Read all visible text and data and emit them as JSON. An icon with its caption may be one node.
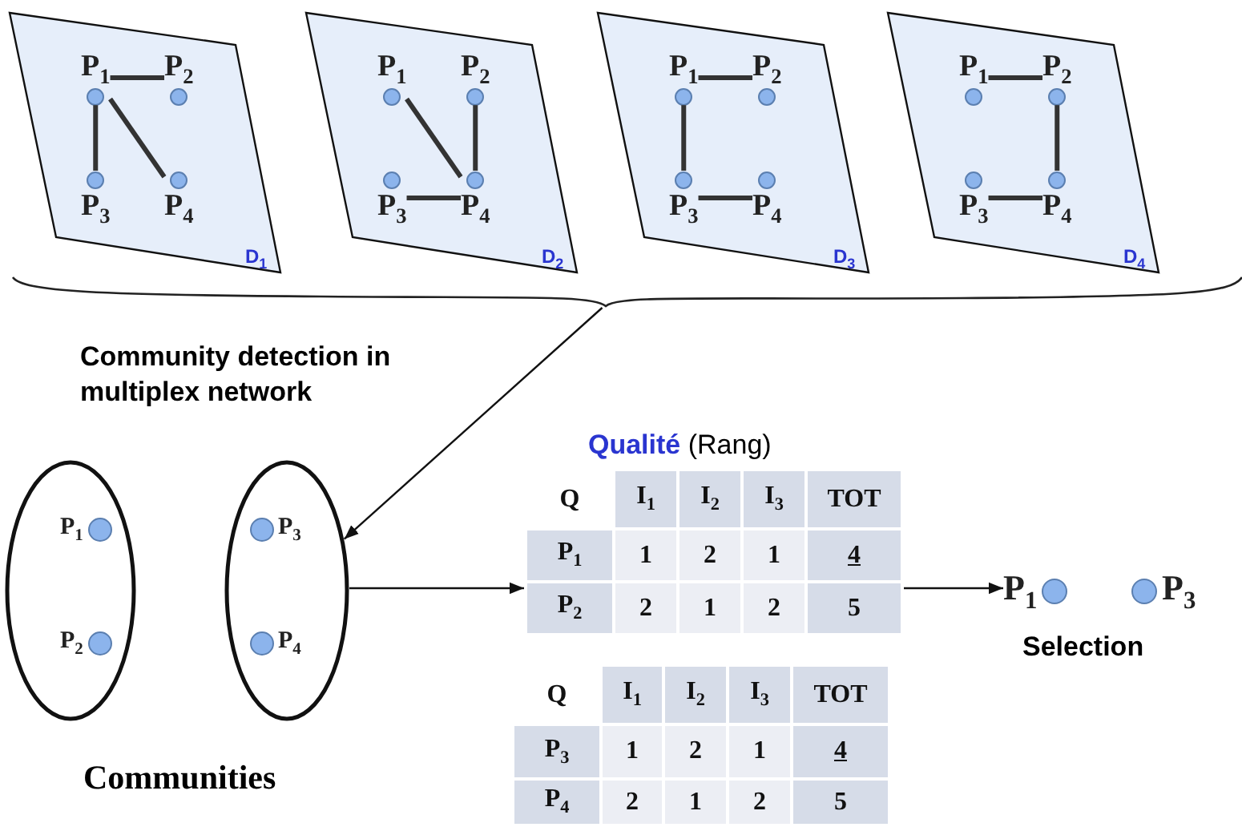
{
  "diagram": {
    "nodes": [
      {
        "text": [
          "D$_{1}$"
        ]
      },
      {
        "text": [
          "P$_{1}$"
        ],
        "in": 0
      },
      {
        "text": [
          "P$_{2}$"
        ],
        "in": 0
      },
      {
        "text": [
          "P$_{3}$"
        ],
        "in": 0
      },
      {
        "text": [
          "P$_{4}$"
        ],
        "in": 0
      },
      {
        "text": [
          "D$_{2}$"
        ]
      },
      {
        "text": [
          "P$_{1}$"
        ],
        "in": 5
      },
      {
        "text": [
          "P$_{2}$"
        ],
        "in": 5
      },
      {
        "text": [
          "P$_{3}$"
        ],
        "in": 5
      },
      {
        "text": [
          "P$_{4}$"
        ],
        "in": 5
      },
      {
        "text": [
          "D$_{3}$"
        ]
      },
      {
        "text": [
          "P$_{1}$"
        ],
        "in": 10
      },
      {
        "text": [
          "P$_{2}$"
        ],
        "in": 10
      },
      {
        "text": [
          "P$_{3}$"
        ],
        "in": 10
      },
      {
        "text": [
          "P$_{4}$"
        ],
        "in": 10
      },
      {
        "text": [
          "D$_{4}$"
        ]
      },
      {
        "text": [
          "P$_{1}$"
        ],
        "in": 15
      },
      {
        "text": [
          "P$_{2}$"
        ],
        "in": 15
      },
      {
        "text": [
          "P$_{3}$"
        ],
        "in": 15
      },
      {
        "text": [
          "P$_{4}$"
        ],
        "in": 15
      },
      {
        "text": [],
        "shape": "ellipse"
      },
      {
        "text": [
          "P$_{1}$"
        ],
        "in": 20
      },
      {
        "text": [
          "P$_{2}$"
        ],
        "in": 20
      },
      {
        "text": [],
        "shape": "ellipse"
      },
      {
        "text": [
          "P$_{3}$"
        ],
        "in": 23
      },
      {
        "text": [
          "P$_{4}$"
        ],
        "in": 23
      },
      {
        "text": [
          "**Qualité** (Rang)",
          "Q",
          "I$_{1}$",
          "I$_{2}$",
          "I$_{3}$",
          "TOT",
          "P$_{1}$",
          "1",
          "2",
          "1",
          "4",
          "P$_{2}$",
          "2",
          "1",
          "2",
          "5"
        ]
      },
      {
        "text": [
          "Q",
          "I$_{1}$",
          "I$_{2}$",
          "I$_{3}$",
          "TOT",
          "P$_{3}$",
          "1",
          "2",
          "1",
          "4",
          "P$_{4}$",
          "2",
          "1",
          "2",
          "5"
        ]
      },
      {
        "text": [
          "P$_{1}$"
        ]
      },
      {
        "text": [
          "P$_{3}$"
        ]
      },
      {
        "text": [],
        "shape": "brace"
      }
    ],
    "edges": [
      {
        "from": 1,
        "to": 2,
        "arrow": "none"
      },
      {
        "from": 1,
        "to": 3,
        "arrow": "none"
      },
      {
        "from": 1,
        "to": 4,
        "arrow": "none"
      },
      {
        "from": 6,
        "to": 9,
        "arrow": "none"
      },
      {
        "from": 7,
        "to": 9,
        "arrow": "none"
      },
      {
        "from": 8,
        "to": 9,
        "arrow": "none"
      },
      {
        "from": 11,
        "to": 12,
        "arrow": "none"
      },
      {
        "from": 11,
        "to": 13,
        "arrow": "none"
      },
      {
        "from": 13,
        "to": 14,
        "arrow": "none"
      },
      {
        "from": 16,
        "to": 17,
        "arrow": "none"
      },
      {
        "from": 17,
        "to": 19,
        "arrow": "none"
      },
      {
        "from": 18,
        "to": 19,
        "arrow": "none"
      },
      {
        "from": 30,
        "to": 23,
        "arrow": "to"
      },
      {
        "from": 23,
        "to": 26,
        "arrow": "to"
      },
      {
        "from": 26,
        "to": 28,
        "arrow": "to"
      }
    ],
    "labels": [
      "Community detection in multiplex network",
      "Communities",
      "Selection"
    ]
  }
}
